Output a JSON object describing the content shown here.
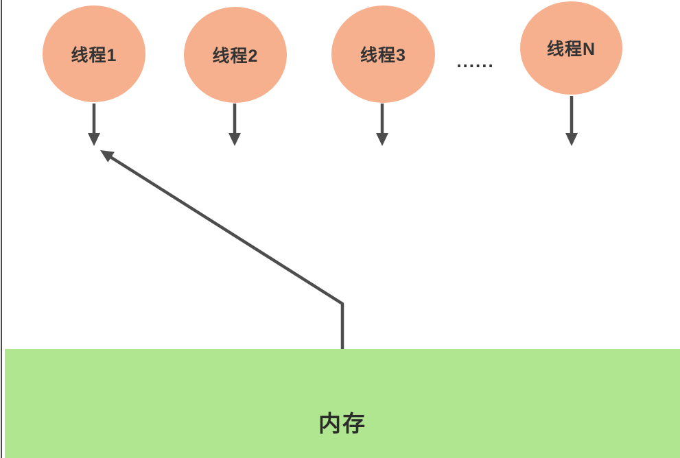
{
  "diagram": {
    "threads": [
      {
        "label": "线程1"
      },
      {
        "label": "线程2"
      },
      {
        "label": "线程3"
      },
      {
        "label": "线程N"
      }
    ],
    "ellipsis": "......",
    "memory": {
      "label": "内存"
    },
    "colors": {
      "thread_fill": "#F7B08E",
      "memory_fill": "#B1E691",
      "arrow": "#4D4D4D",
      "label_text": "#333333",
      "edge_line": "#4A4A4A"
    }
  }
}
